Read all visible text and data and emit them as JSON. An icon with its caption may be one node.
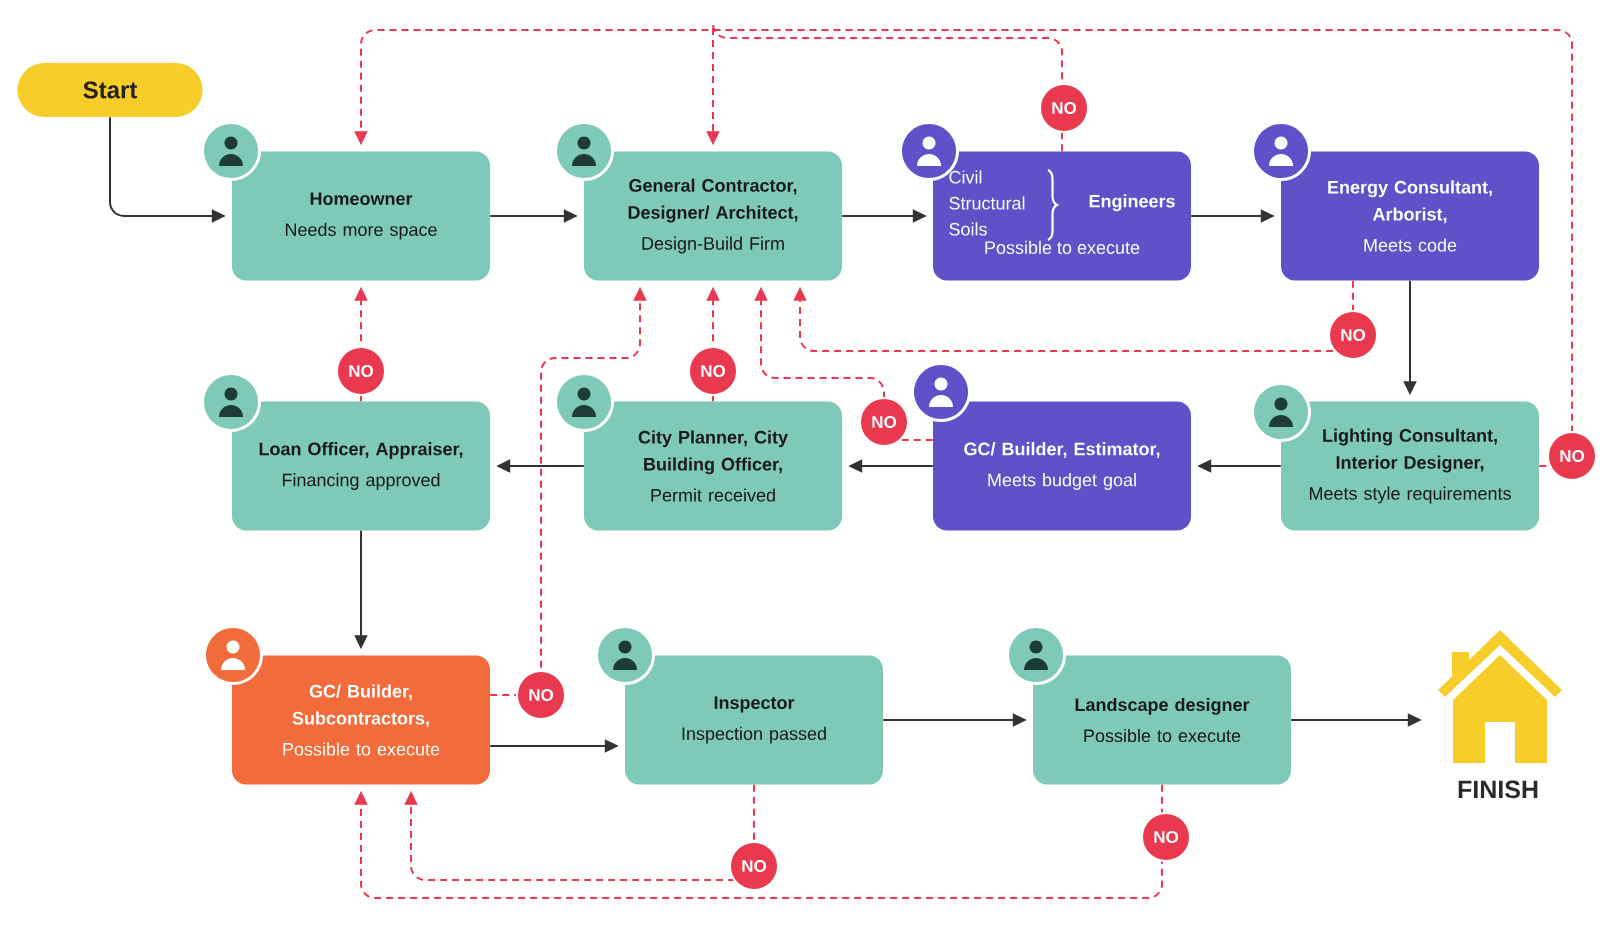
{
  "diagram": {
    "nodes": [
      {
        "text": [
          "Start"
        ]
      },
      {
        "text": [
          "Homeowner",
          "Needs more space"
        ]
      },
      {
        "text": [
          "General Contractor, Designer/ Architect,",
          "Design-Build Firm"
        ]
      },
      {
        "text": [
          "Civil Structural Soils",
          "Engineers",
          "Possible to execute"
        ]
      },
      {
        "text": [
          "Energy Consultant, Arborist,",
          "Meets code"
        ]
      },
      {
        "text": [
          "Loan Officer, Appraiser,",
          "Financing approved"
        ]
      },
      {
        "text": [
          "City Planner, City Building Officer,",
          "Permit received"
        ]
      },
      {
        "text": [
          "GC/ Builder, Estimator,",
          "Meets budget goal"
        ]
      },
      {
        "text": [
          "Lighting Consultant, Interior Designer,",
          "Meets style requirements"
        ]
      },
      {
        "text": [
          "GC/ Builder, Subcontractors,",
          "Possible to execute"
        ]
      },
      {
        "text": [
          "Inspector",
          "Inspection passed"
        ]
      },
      {
        "text": [
          "Landscape designer",
          "Possible to execute"
        ]
      },
      {
        "text": [
          "FINISH"
        ]
      }
    ],
    "edges": [
      {
        "from": 0,
        "to": 1,
        "arrow": "to"
      },
      {
        "from": 1,
        "to": 2,
        "arrow": "to"
      },
      {
        "from": 2,
        "to": 3,
        "arrow": "to"
      },
      {
        "from": 3,
        "to": 4,
        "arrow": "to"
      },
      {
        "from": 4,
        "to": 8,
        "arrow": "to"
      },
      {
        "from": 8,
        "to": 7,
        "arrow": "to"
      },
      {
        "from": 7,
        "to": 6,
        "arrow": "to"
      },
      {
        "from": 6,
        "to": 5,
        "arrow": "to"
      },
      {
        "from": 5,
        "to": 9,
        "arrow": "to"
      },
      {
        "from": 9,
        "to": 10,
        "arrow": "to"
      },
      {
        "from": 10,
        "to": 11,
        "arrow": "to"
      },
      {
        "from": 11,
        "to": 12,
        "arrow": "to"
      },
      {
        "from": 3,
        "to": 2,
        "arrow": "to",
        "label": "NO",
        "style": "dashed",
        "color": "#e8394f"
      },
      {
        "from": 8,
        "to": 1,
        "arrow": "to",
        "label": "NO",
        "style": "dashed",
        "color": "#e8394f"
      },
      {
        "from": 4,
        "to": 2,
        "arrow": "to",
        "label": "NO",
        "style": "dashed",
        "color": "#e8394f"
      },
      {
        "from": 7,
        "to": 2,
        "arrow": "to",
        "label": "NO",
        "style": "dashed",
        "color": "#e8394f"
      },
      {
        "from": 6,
        "to": 2,
        "arrow": "to",
        "label": "NO",
        "style": "dashed",
        "color": "#e8394f"
      },
      {
        "from": 5,
        "to": 1,
        "arrow": "to",
        "label": "NO",
        "style": "dashed",
        "color": "#e8394f"
      },
      {
        "from": 9,
        "to": 2,
        "arrow": "to",
        "label": "NO",
        "style": "dashed",
        "color": "#e8394f"
      },
      {
        "from": 10,
        "to": 9,
        "arrow": "to",
        "label": "NO",
        "style": "dashed",
        "color": "#e8394f"
      },
      {
        "from": 11,
        "to": 9,
        "arrow": "to",
        "label": "NO",
        "style": "dashed",
        "color": "#e8394f"
      }
    ]
  }
}
